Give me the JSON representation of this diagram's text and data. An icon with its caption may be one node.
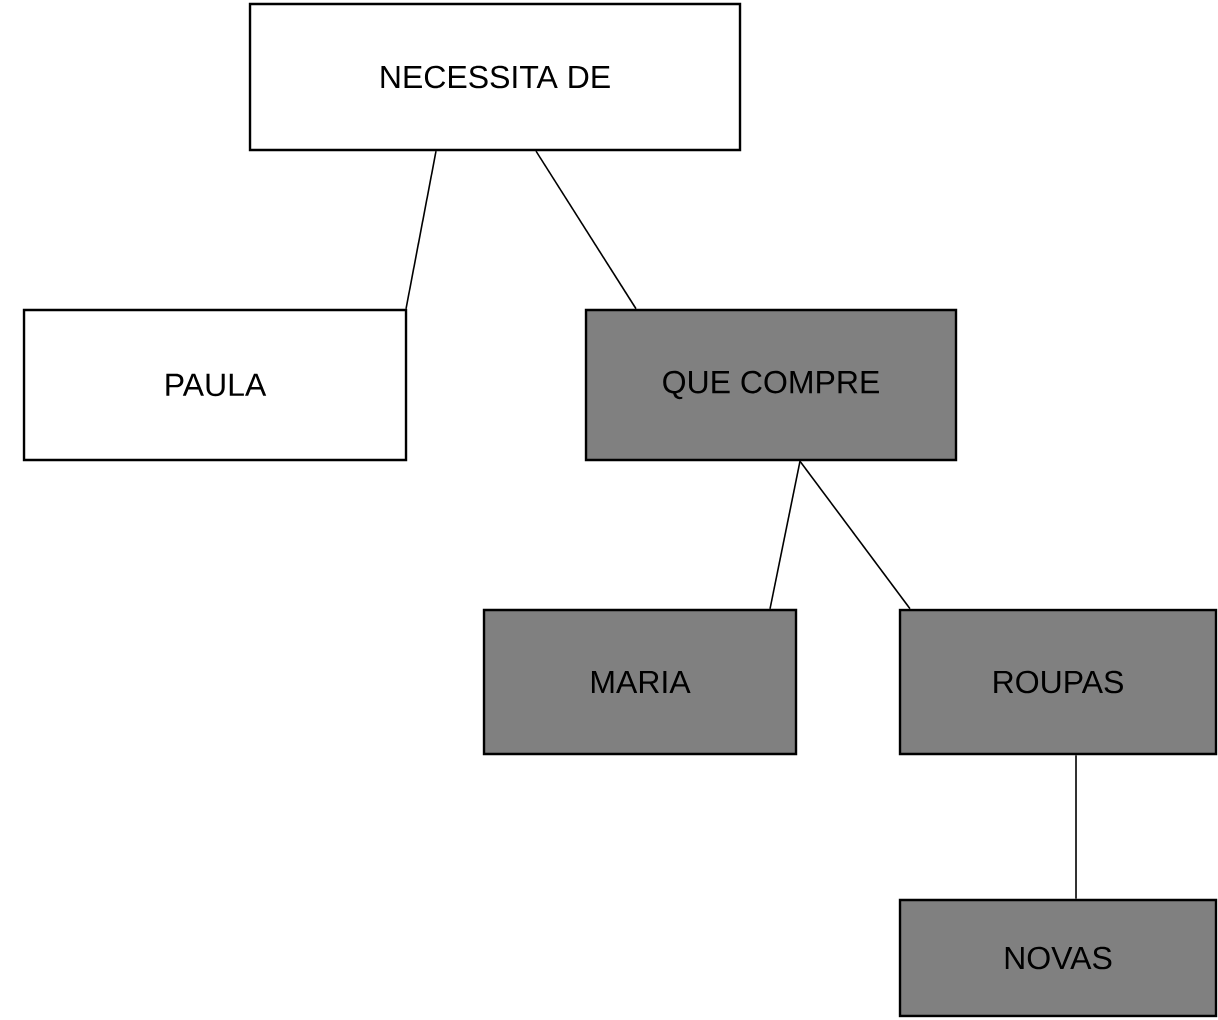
{
  "diagram": {
    "nodes": [
      {
        "text": [
          "NECESSITA DE"
        ]
      },
      {
        "text": [
          "PAULA"
        ]
      },
      {
        "text": [
          "QUE COMPRE"
        ]
      },
      {
        "text": [
          "MARIA"
        ]
      },
      {
        "text": [
          "ROUPAS"
        ]
      },
      {
        "text": [
          "NOVAS"
        ]
      }
    ],
    "edges": [
      {
        "from": 0,
        "to": 1,
        "arrow": "none"
      },
      {
        "from": 0,
        "to": 2,
        "arrow": "none"
      },
      {
        "from": 2,
        "to": 3,
        "arrow": "none"
      },
      {
        "from": 2,
        "to": 4,
        "arrow": "none"
      },
      {
        "from": 4,
        "to": 5,
        "arrow": "none"
      }
    ]
  }
}
